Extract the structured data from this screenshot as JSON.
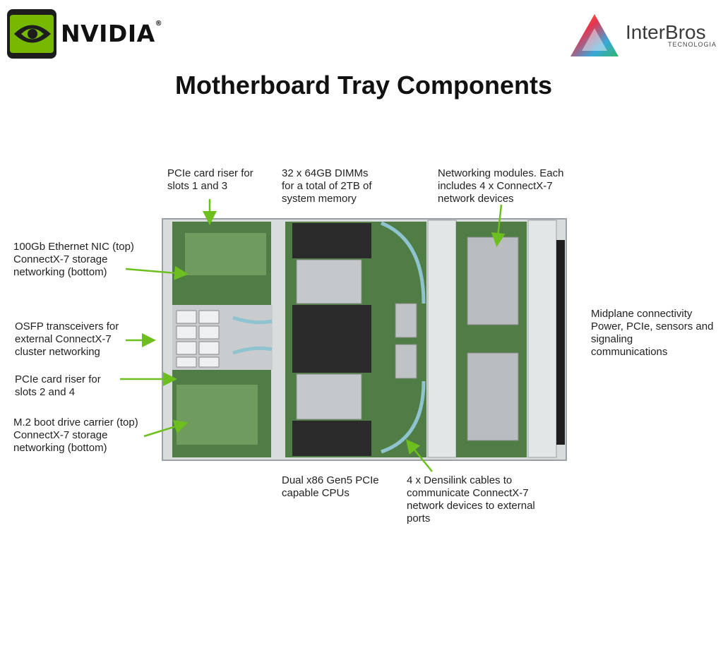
{
  "logos": {
    "nvidia": {
      "wordmark": "NVIDIA",
      "registered": "®",
      "brand_color": "#76b900"
    },
    "interbros": {
      "wordmark": "InterBros",
      "tagline": "TECNOLOGIA"
    }
  },
  "title": "Motherboard Tray Components",
  "colors": {
    "arrow": "#6cbf1e",
    "board": "#4f7d45",
    "chassis": "#d9dcdd",
    "cable": "#8ec3cf"
  },
  "callouts": [
    {
      "id": "pcie-riser-1-3",
      "lines": [
        "PCIe card riser for",
        "slots 1 and 3"
      ]
    },
    {
      "id": "dimms",
      "lines": [
        "32 x 64GB DIMMs",
        "for a total of 2TB of",
        "system memory"
      ]
    },
    {
      "id": "networking-modules",
      "lines": [
        "Networking modules. Each",
        "includes 4 x ConnectX-7",
        "network devices"
      ]
    },
    {
      "id": "ethernet-nic",
      "lines": [
        "100Gb Ethernet NIC (top)",
        "ConnectX-7 storage",
        "networking (bottom)"
      ]
    },
    {
      "id": "midplane",
      "lines": [
        "Midplane connectivity",
        "Power, PCIe, sensors and",
        "signaling",
        "communications"
      ]
    },
    {
      "id": "osfp",
      "lines": [
        "OSFP transceivers for",
        "external ConnectX-7",
        "cluster networking"
      ]
    },
    {
      "id": "pcie-riser-2-4",
      "lines": [
        "PCIe card riser for",
        "slots 2 and 4"
      ]
    },
    {
      "id": "m2-boot",
      "lines": [
        "M.2 boot drive carrier (top)",
        "ConnectX-7 storage",
        "networking (bottom)"
      ]
    },
    {
      "id": "cpus",
      "lines": [
        "Dual x86 Gen5 PCIe",
        "capable CPUs"
      ]
    },
    {
      "id": "densilink",
      "lines": [
        "4 x Densilink cables to",
        "communicate ConnectX-7",
        "network devices to external",
        "ports"
      ]
    }
  ]
}
